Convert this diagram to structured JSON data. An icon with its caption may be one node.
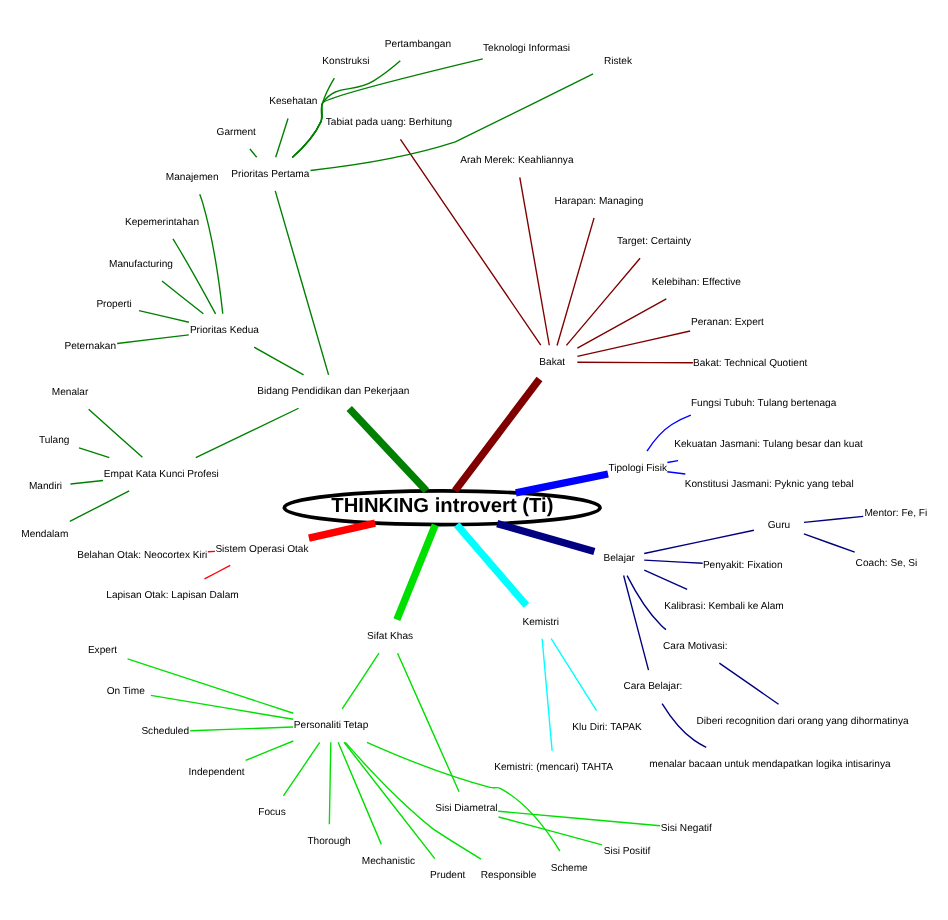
{
  "diagram": {
    "nodes": [
      {
        "text": [
          "THINKING introvert (Ti)"
        ]
      },
      {
        "text": [
          "Tipologi Fisik"
        ]
      },
      {
        "text": [
          "Konstitusi Jasmani: Pyknic yang tebal"
        ]
      },
      {
        "text": [
          "Kekuatan Jasmani: Tulang besar dan kuat"
        ]
      },
      {
        "text": [
          "Fungsi Tubuh: Tulang bertenaga"
        ]
      },
      {
        "text": [
          "Bakat"
        ]
      },
      {
        "text": [
          "Bakat: Technical Quotient"
        ]
      },
      {
        "text": [
          "Peranan: Expert"
        ]
      },
      {
        "text": [
          "Kelebihan: Effective"
        ]
      },
      {
        "text": [
          "Target: Certainty"
        ]
      },
      {
        "text": [
          "Harapan: Managing"
        ]
      },
      {
        "text": [
          "Arah Merek: Keahliannya"
        ]
      },
      {
        "text": [
          "Tabiat pada uang: Berhitung"
        ]
      },
      {
        "text": [
          "Bidang Pendidikan dan Pekerjaan"
        ]
      },
      {
        "text": [
          "Prioritas Pertama"
        ]
      },
      {
        "text": [
          "Ristek"
        ]
      },
      {
        "text": [
          "Teknologi Informasi"
        ]
      },
      {
        "text": [
          "Pertambangan"
        ]
      },
      {
        "text": [
          "Konstruksi"
        ]
      },
      {
        "text": [
          "Kesehatan"
        ]
      },
      {
        "text": [
          "Garment"
        ]
      },
      {
        "text": [
          "Prioritas Kedua"
        ]
      },
      {
        "text": [
          "Manajemen"
        ]
      },
      {
        "text": [
          "Kepemerintahan"
        ]
      },
      {
        "text": [
          "Manufacturing"
        ]
      },
      {
        "text": [
          "Properti"
        ]
      },
      {
        "text": [
          "Peternakan"
        ]
      },
      {
        "text": [
          "Empat Kata Kunci Profesi"
        ]
      },
      {
        "text": [
          "Menalar"
        ]
      },
      {
        "text": [
          "Tulang"
        ]
      },
      {
        "text": [
          "Mandiri"
        ]
      },
      {
        "text": [
          "Mendalam"
        ]
      },
      {
        "text": [
          "Sistem Operasi Otak"
        ]
      },
      {
        "text": [
          "Belahan Otak: Neocortex Kiri"
        ]
      },
      {
        "text": [
          "Lapisan Otak: Lapisan Dalam"
        ]
      },
      {
        "text": [
          "Sifat Khas"
        ]
      },
      {
        "text": [
          "Personaliti Tetap"
        ]
      },
      {
        "text": [
          "Expert"
        ]
      },
      {
        "text": [
          "On Time"
        ]
      },
      {
        "text": [
          "Scheduled"
        ]
      },
      {
        "text": [
          "Independent"
        ]
      },
      {
        "text": [
          "Focus"
        ]
      },
      {
        "text": [
          "Thorough"
        ]
      },
      {
        "text": [
          "Mechanistic"
        ]
      },
      {
        "text": [
          "Prudent"
        ]
      },
      {
        "text": [
          "Responsible"
        ]
      },
      {
        "text": [
          "Scheme"
        ]
      },
      {
        "text": [
          "Sisi Diametral"
        ]
      },
      {
        "text": [
          "Sisi Positif"
        ]
      },
      {
        "text": [
          "Sisi Negatif"
        ]
      },
      {
        "text": [
          "Kemistri"
        ]
      },
      {
        "text": [
          "Kemistri: (mencari) TAHTA"
        ]
      },
      {
        "text": [
          "Klu Diri: TAPAK"
        ]
      },
      {
        "text": [
          "Belajar"
        ]
      },
      {
        "text": [
          "Cara Belajar:"
        ]
      },
      {
        "text": [
          "menalar bacaan untuk mendapatkan logika intisarinya"
        ]
      },
      {
        "text": [
          "Cara Motivasi:"
        ]
      },
      {
        "text": [
          "Diberi recognition dari orang yang dihormatinya"
        ]
      },
      {
        "text": [
          "Kalibrasi: Kembali ke Alam"
        ]
      },
      {
        "text": [
          "Penyakit: Fixation"
        ]
      },
      {
        "text": [
          "Guru"
        ]
      },
      {
        "text": [
          "Coach: Se, Si"
        ]
      },
      {
        "text": [
          "Mentor: Fe, Fi"
        ]
      }
    ],
    "edges": [
      {
        "from": 0,
        "to": 1,
        "arrow": "none",
        "style": "thick",
        "color": "#0000ff"
      },
      {
        "from": 1,
        "to": 2,
        "arrow": "none",
        "color": "#0000ff"
      },
      {
        "from": 1,
        "to": 3,
        "arrow": "none",
        "color": "#0000ff"
      },
      {
        "from": 1,
        "to": 4,
        "arrow": "none",
        "color": "#0000ff"
      },
      {
        "from": 0,
        "to": 5,
        "arrow": "none",
        "style": "thick",
        "color": "#800000"
      },
      {
        "from": 5,
        "to": 6,
        "arrow": "none",
        "color": "#800000"
      },
      {
        "from": 5,
        "to": 7,
        "arrow": "none",
        "color": "#800000"
      },
      {
        "from": 5,
        "to": 8,
        "arrow": "none",
        "color": "#800000"
      },
      {
        "from": 5,
        "to": 9,
        "arrow": "none",
        "color": "#800000"
      },
      {
        "from": 5,
        "to": 10,
        "arrow": "none",
        "color": "#800000"
      },
      {
        "from": 5,
        "to": 11,
        "arrow": "none",
        "color": "#800000"
      },
      {
        "from": 5,
        "to": 12,
        "arrow": "none",
        "color": "#800000"
      },
      {
        "from": 0,
        "to": 13,
        "arrow": "none",
        "style": "thick"
      },
      {
        "from": 13,
        "to": 14,
        "arrow": "none"
      },
      {
        "from": 14,
        "to": 15,
        "arrow": "none"
      },
      {
        "from": 14,
        "to": 16,
        "arrow": "none"
      },
      {
        "from": 14,
        "to": 17,
        "arrow": "none"
      },
      {
        "from": 14,
        "to": 18,
        "arrow": "none"
      },
      {
        "from": 14,
        "to": 19,
        "arrow": "none"
      },
      {
        "from": 14,
        "to": 20,
        "arrow": "none"
      },
      {
        "from": 13,
        "to": 21,
        "arrow": "none"
      },
      {
        "from": 21,
        "to": 22,
        "arrow": "none"
      },
      {
        "from": 21,
        "to": 23,
        "arrow": "none"
      },
      {
        "from": 21,
        "to": 24,
        "arrow": "none"
      },
      {
        "from": 21,
        "to": 25,
        "arrow": "none"
      },
      {
        "from": 21,
        "to": 26,
        "arrow": "none"
      },
      {
        "from": 13,
        "to": 27,
        "arrow": "none"
      },
      {
        "from": 27,
        "to": 28,
        "arrow": "none"
      },
      {
        "from": 27,
        "to": 29,
        "arrow": "none"
      },
      {
        "from": 27,
        "to": 30,
        "arrow": "none"
      },
      {
        "from": 27,
        "to": 31,
        "arrow": "none"
      },
      {
        "from": 0,
        "to": 32,
        "arrow": "none",
        "style": "thick",
        "color": "#ff0000"
      },
      {
        "from": 32,
        "to": 33,
        "arrow": "none",
        "color": "#ff0000"
      },
      {
        "from": 32,
        "to": 34,
        "arrow": "none",
        "color": "#ff0000"
      },
      {
        "from": 0,
        "to": 35,
        "arrow": "none",
        "style": "thick",
        "color": "#00e000"
      },
      {
        "from": 35,
        "to": 36,
        "arrow": "none",
        "color": "#00e000"
      },
      {
        "from": 36,
        "to": 37,
        "arrow": "none",
        "color": "#00e000"
      },
      {
        "from": 36,
        "to": 38,
        "arrow": "none",
        "color": "#00e000"
      },
      {
        "from": 36,
        "to": 39,
        "arrow": "none",
        "color": "#00e000"
      },
      {
        "from": 36,
        "to": 40,
        "arrow": "none",
        "color": "#00e000"
      },
      {
        "from": 36,
        "to": 41,
        "arrow": "none",
        "color": "#00e000"
      },
      {
        "from": 36,
        "to": 42,
        "arrow": "none",
        "color": "#00e000"
      },
      {
        "from": 36,
        "to": 43,
        "arrow": "none",
        "color": "#00e000"
      },
      {
        "from": 36,
        "to": 44,
        "arrow": "none",
        "color": "#00e000"
      },
      {
        "from": 36,
        "to": 45,
        "arrow": "none",
        "color": "#00e000"
      },
      {
        "from": 36,
        "to": 46,
        "arrow": "none",
        "color": "#00e000"
      },
      {
        "from": 35,
        "to": 47,
        "arrow": "none",
        "color": "#00e000"
      },
      {
        "from": 47,
        "to": 48,
        "arrow": "none",
        "color": "#00e000"
      },
      {
        "from": 47,
        "to": 49,
        "arrow": "none",
        "color": "#00e000"
      },
      {
        "from": 0,
        "to": 50,
        "arrow": "none",
        "style": "thick",
        "color": "#00ffff"
      },
      {
        "from": 50,
        "to": 51,
        "arrow": "none",
        "color": "#00ffff"
      },
      {
        "from": 50,
        "to": 52,
        "arrow": "none",
        "color": "#00ffff"
      },
      {
        "from": 0,
        "to": 53,
        "arrow": "none",
        "style": "thick",
        "color": "#000080"
      },
      {
        "from": 53,
        "to": 54,
        "arrow": "none",
        "color": "#000080"
      },
      {
        "from": 54,
        "to": 55,
        "arrow": "none",
        "color": "#000080"
      },
      {
        "from": 53,
        "to": 56,
        "arrow": "none",
        "color": "#000080"
      },
      {
        "from": 56,
        "to": 57,
        "arrow": "none",
        "color": "#000080"
      },
      {
        "from": 53,
        "to": 58,
        "arrow": "none",
        "color": "#000080"
      },
      {
        "from": 53,
        "to": 59,
        "arrow": "none",
        "color": "#000080"
      },
      {
        "from": 53,
        "to": 60,
        "arrow": "none",
        "color": "#000080"
      },
      {
        "from": 60,
        "to": 61,
        "arrow": "none",
        "color": "#000080"
      },
      {
        "from": 60,
        "to": 62,
        "arrow": "none",
        "color": "#000080"
      }
    ]
  }
}
